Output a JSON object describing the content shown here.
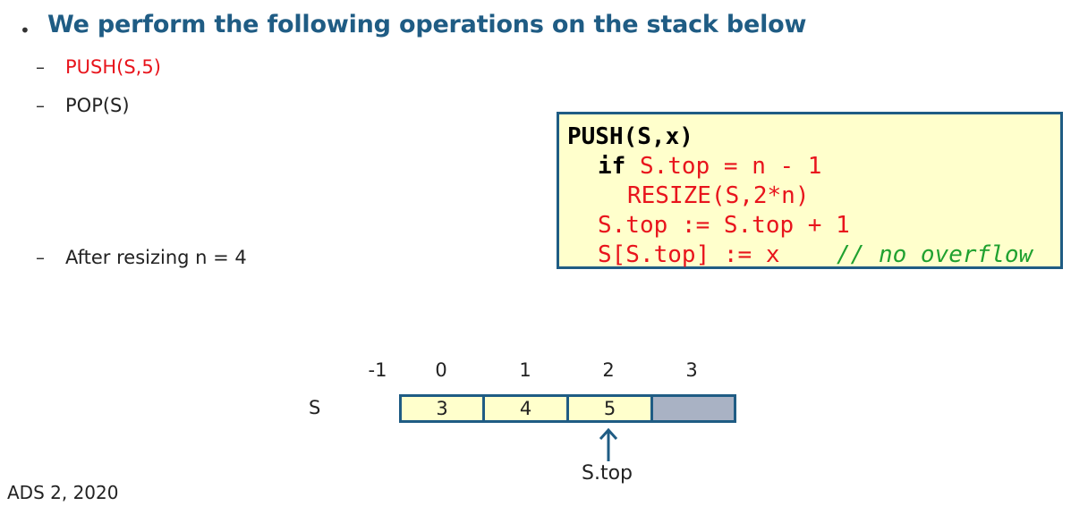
{
  "slide": {
    "heading": "We perform the following operations on the stack below",
    "dash": "–",
    "operations": [
      {
        "text": "PUSH(S,5)",
        "color": "#e8141c"
      },
      {
        "text": "POP(S)",
        "color": "#222222"
      }
    ],
    "note": "After resizing n = 4",
    "footer": "ADS 2, 2020"
  },
  "code": {
    "header": "PUSH(S,x)",
    "line1_kw": "if",
    "line1_rest": " S.top = n - 1",
    "line2": "RESIZE(S,2*n)",
    "line3": "S.top := S.top + 1",
    "line4": "S[S.top] := x",
    "line4_comment": "// no overflow"
  },
  "stack": {
    "name": "S",
    "indices": [
      "-1",
      "0",
      "1",
      "2",
      "3"
    ],
    "cells": [
      {
        "value": "3",
        "filled": true
      },
      {
        "value": "4",
        "filled": true
      },
      {
        "value": "5",
        "filled": true
      },
      {
        "value": "",
        "filled": false
      }
    ],
    "top_label": "S.top"
  },
  "colors": {
    "accent": "#1f5c84",
    "highlight": "#e8141c",
    "comment": "#1fa12f",
    "cell_fill": "#ffffcc",
    "empty_cell": "#a9b2c4"
  }
}
